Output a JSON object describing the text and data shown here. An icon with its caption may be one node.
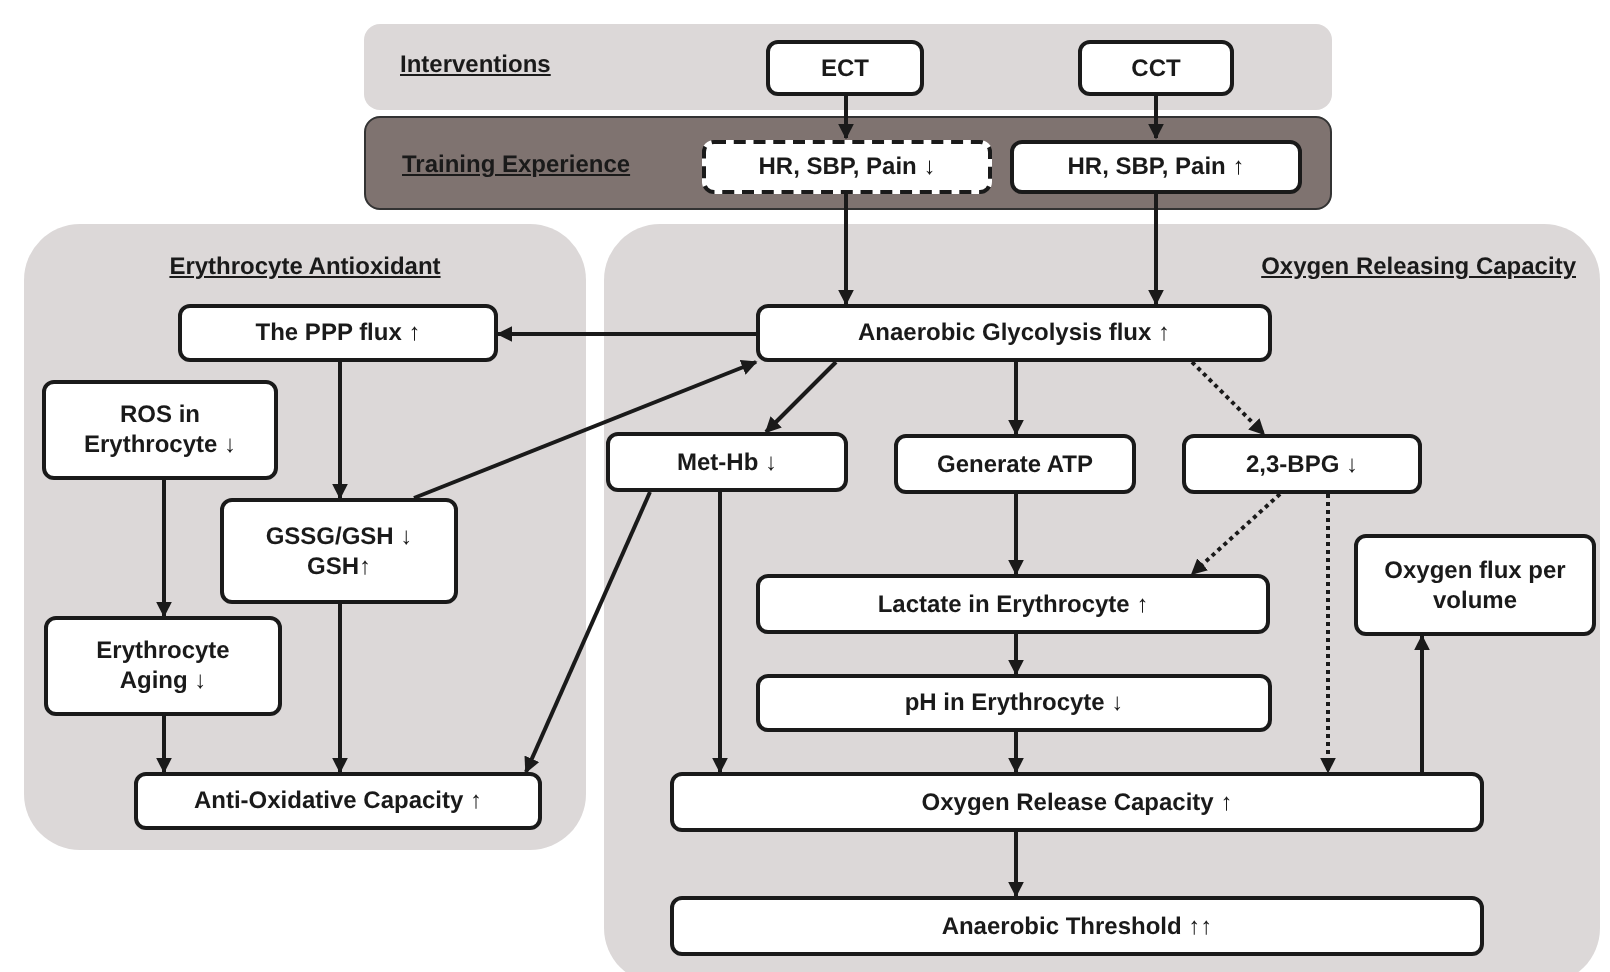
{
  "diagram": {
    "nodes": [
      {
        "text": [
          "Interventions"
        ]
      },
      {
        "text": [
          "ECT"
        ],
        "in": 0
      },
      {
        "text": [
          "CCT"
        ],
        "in": 0
      },
      {
        "text": [
          "Training Experience"
        ]
      },
      {
        "text": [
          "HR, SBP, Pain ↓"
        ],
        "in": 3
      },
      {
        "text": [
          "HR, SBP, Pain ↑"
        ],
        "in": 3
      },
      {
        "text": [
          "Erythrocyte Antioxidant"
        ]
      },
      {
        "text": [
          "The PPP flux ↑"
        ],
        "in": 6
      },
      {
        "text": [
          "ROS in Erythrocyte ↓"
        ],
        "in": 6
      },
      {
        "text": [
          "GSSG/GSH ↓ GSH↑"
        ],
        "in": 6
      },
      {
        "text": [
          "Erythrocyte Aging ↓"
        ],
        "in": 6
      },
      {
        "text": [
          "Anti-Oxidative Capacity ↑"
        ],
        "in": 6
      },
      {
        "text": [
          "Oxygen Releasing Capacity"
        ]
      },
      {
        "text": [
          "Anaerobic Glycolysis flux ↑"
        ],
        "in": 12
      },
      {
        "text": [
          "Met-Hb ↓"
        ],
        "in": 12
      },
      {
        "text": [
          "Generate ATP"
        ],
        "in": 12
      },
      {
        "text": [
          "2,3-BPG ↓"
        ],
        "in": 12
      },
      {
        "text": [
          "Lactate in Erythrocyte ↑"
        ],
        "in": 12
      },
      {
        "text": [
          "pH in Erythrocyte ↓"
        ],
        "in": 12
      },
      {
        "text": [
          "Oxygen flux per volume"
        ],
        "in": 12
      },
      {
        "text": [
          "Oxygen Release Capacity ↑"
        ],
        "in": 12
      },
      {
        "text": [
          "Anaerobic Threshold ↑↑"
        ],
        "in": 12
      }
    ],
    "edges": [
      {
        "from": 1,
        "to": 4,
        "arrow": "to"
      },
      {
        "from": 2,
        "to": 5,
        "arrow": "to"
      },
      {
        "from": 4,
        "to": 13,
        "arrow": "to"
      },
      {
        "from": 5,
        "to": 13,
        "arrow": "to"
      },
      {
        "from": 13,
        "to": 7,
        "arrow": "to"
      },
      {
        "from": 9,
        "to": 13,
        "arrow": "to"
      },
      {
        "from": 13,
        "to": 14,
        "arrow": "to"
      },
      {
        "from": 13,
        "to": 15,
        "arrow": "to"
      },
      {
        "from": 13,
        "to": 16,
        "arrow": "to",
        "style": "dashed"
      },
      {
        "from": 7,
        "to": 9,
        "arrow": "to"
      },
      {
        "from": 8,
        "to": 10,
        "arrow": "to"
      },
      {
        "from": 10,
        "to": 11,
        "arrow": "to"
      },
      {
        "from": 9,
        "to": 11,
        "arrow": "to"
      },
      {
        "from": 14,
        "to": 11,
        "arrow": "to"
      },
      {
        "from": 14,
        "to": 20,
        "arrow": "to"
      },
      {
        "from": 15,
        "to": 17,
        "arrow": "to"
      },
      {
        "from": 16,
        "to": 17,
        "arrow": "to",
        "style": "dashed"
      },
      {
        "from": 16,
        "to": 20,
        "arrow": "to",
        "style": "dashed"
      },
      {
        "from": 17,
        "to": 18,
        "arrow": "to"
      },
      {
        "from": 18,
        "to": 20,
        "arrow": "to"
      },
      {
        "from": 20,
        "to": 19,
        "arrow": "to"
      },
      {
        "from": 20,
        "to": 21,
        "arrow": "to"
      }
    ]
  }
}
